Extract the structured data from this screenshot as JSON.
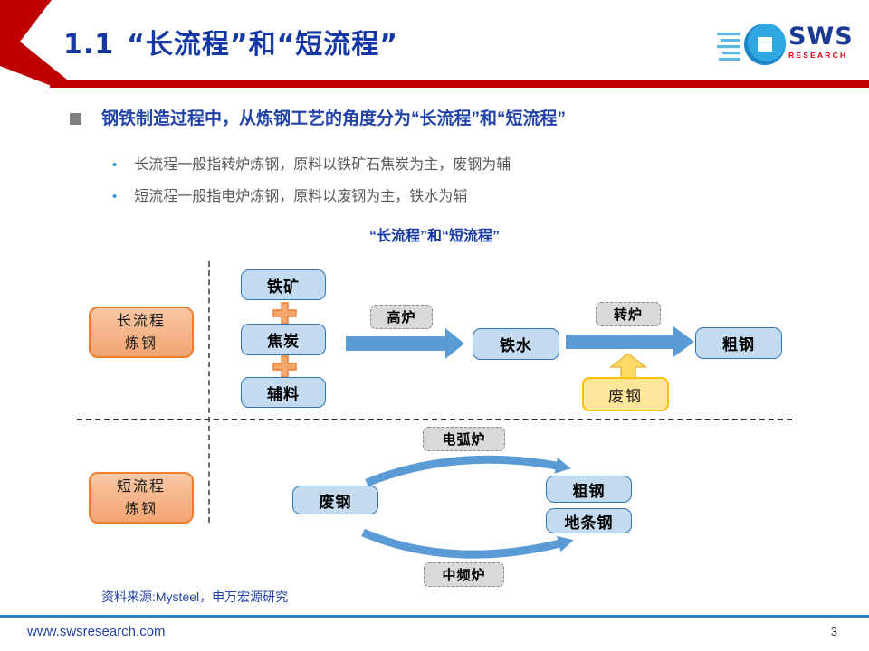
{
  "header": {
    "section_number": "1.1",
    "title": "“长流程”和“短流程”",
    "logo": {
      "name": "SWS",
      "subtitle": "RESEARCH"
    }
  },
  "content": {
    "main_bullet": "钢铁制造过程中，从炼钢工艺的角度分为“长流程”和“短流程”",
    "sub_bullets": [
      "长流程一般指转炉炼钢，原料以铁矿石焦炭为主，废钢为辅",
      "短流程一般指电炉炼钢，原料以废钢为主，铁水为辅"
    ],
    "diagram_title": "“长流程”和“短流程”"
  },
  "diagram": {
    "long_process": {
      "label_line1": "长流程",
      "label_line2": "炼钢",
      "inputs": [
        "铁矿",
        "焦炭",
        "辅料"
      ],
      "furnace1": "高炉",
      "hot_metal": "铁水",
      "furnace2": "转炉",
      "product": "粗钢",
      "scrap": "废钢"
    },
    "short_process": {
      "label_line1": "短流程",
      "label_line2": "炼钢",
      "input": "废钢",
      "furnace_top": "电弧炉",
      "furnace_bottom": "中频炉",
      "product_top": "粗钢",
      "product_bottom": "地条钢"
    }
  },
  "footer": {
    "source": "资料来源:Mysteel，申万宏源研究",
    "website": "www.swsresearch.com",
    "page_number": "3"
  },
  "colors": {
    "brand_red": "#C00000",
    "title_blue": "#1638A5",
    "arrow_blue": "#5B9BD5",
    "box_blue_fill": "#C3DAEF",
    "box_blue_border": "#2E75B6",
    "box_gray_fill": "#D9D9D9",
    "box_orange_fill": "#F4B183",
    "box_orange_border": "#ED7D31",
    "box_yellow_fill": "#FFE699",
    "box_yellow_border": "#FFC000",
    "footer_line_blue": "#2585C6"
  }
}
